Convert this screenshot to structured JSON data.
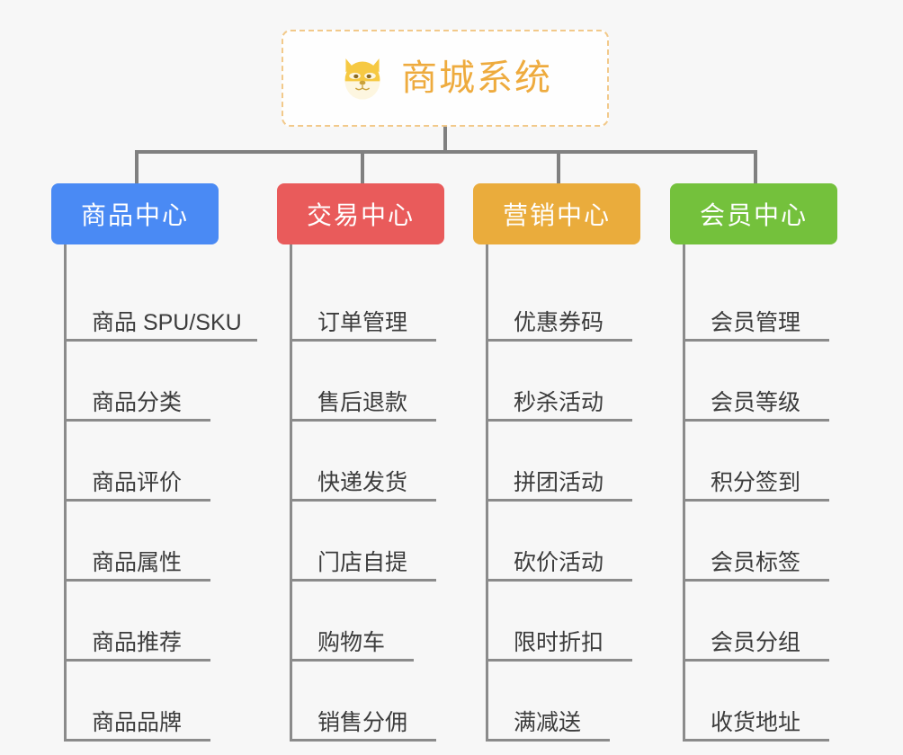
{
  "root": {
    "title": "商城系统",
    "icon": "shiba-dog-face-icon",
    "text_color": "#eeab3e",
    "border_color": "#f2c98a"
  },
  "colors": {
    "background": "#f7f7f7",
    "connector": "#808080",
    "leaf_rule": "#8b8b8b",
    "leaf_text": "#3c3c3c",
    "blue": "#4a8af4",
    "red": "#e95b5b",
    "orange": "#eaac3c",
    "green": "#74c13c"
  },
  "branches": [
    {
      "label": "商品中心",
      "color": "#4a8af4",
      "items": [
        "商品 SPU/SKU",
        "商品分类",
        "商品评价",
        "商品属性",
        "商品推荐",
        "商品品牌"
      ]
    },
    {
      "label": "交易中心",
      "color": "#e95b5b",
      "items": [
        "订单管理",
        "售后退款",
        "快递发货",
        "门店自提",
        "购物车",
        "销售分佣"
      ]
    },
    {
      "label": "营销中心",
      "color": "#eaac3c",
      "items": [
        "优惠券码",
        "秒杀活动",
        "拼团活动",
        "砍价活动",
        "限时折扣",
        "满减送"
      ]
    },
    {
      "label": "会员中心",
      "color": "#74c13c",
      "items": [
        "会员管理",
        "会员等级",
        "积分签到",
        "会员标签",
        "会员分组",
        "收货地址"
      ]
    }
  ]
}
